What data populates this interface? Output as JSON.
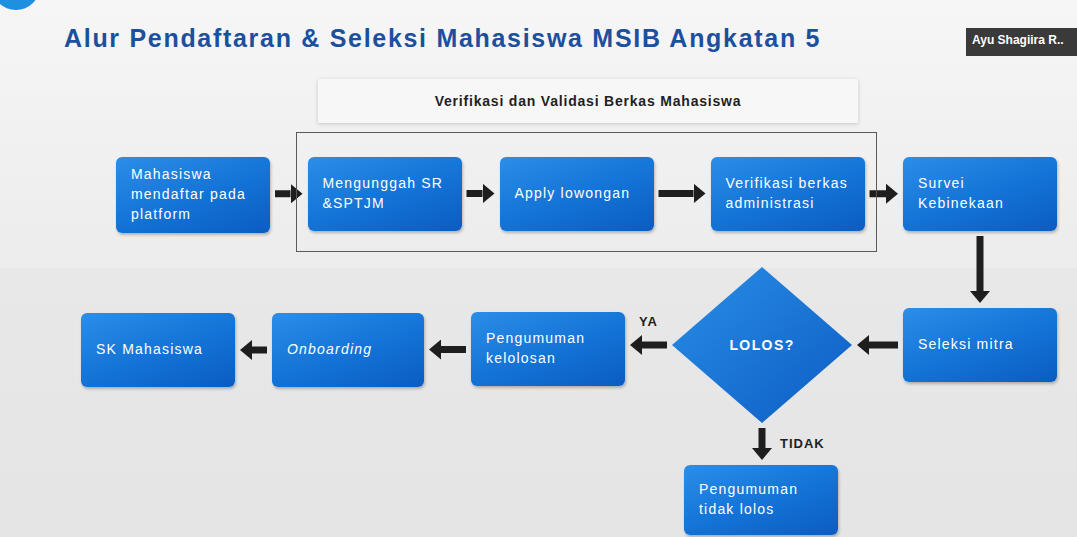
{
  "diagram": {
    "title": "Alur Pendaftaran & Seleksi Mahasiswa MSIB Angkatan 5",
    "nodes": [
      {
        "text": [
          "Mahasiswa mendaftar pada platform"
        ]
      },
      {
        "text": [
          "Verifikasi dan Validasi Berkas Mahasiswa"
        ]
      },
      {
        "text": [
          "Mengunggah SR &SPTJM"
        ],
        "in": 1
      },
      {
        "text": [
          "Apply lowongan"
        ],
        "in": 1
      },
      {
        "text": [
          "Verifikasi berkas administrasi"
        ],
        "in": 1
      },
      {
        "text": [
          "Survei Kebinekaan"
        ]
      },
      {
        "text": [
          "Seleksi mitra"
        ]
      },
      {
        "text": [
          "LOLOS?"
        ]
      },
      {
        "text": [
          "Pengumuman kelolosan"
        ]
      },
      {
        "text": [
          "Onboarding"
        ]
      },
      {
        "text": [
          "SK Mahasiswa"
        ]
      },
      {
        "text": [
          "Pengumuman tidak lolos"
        ]
      }
    ],
    "edges": [
      {
        "from": 0,
        "to": 2,
        "arrow": "to"
      },
      {
        "from": 2,
        "to": 3,
        "arrow": "to"
      },
      {
        "from": 3,
        "to": 4,
        "arrow": "to"
      },
      {
        "from": 4,
        "to": 5,
        "arrow": "to"
      },
      {
        "from": 5,
        "to": 6,
        "arrow": "to"
      },
      {
        "from": 6,
        "to": 7,
        "arrow": "to"
      },
      {
        "from": 7,
        "to": 8,
        "label": "YA",
        "arrow": "to"
      },
      {
        "from": 8,
        "to": 9,
        "arrow": "to"
      },
      {
        "from": 9,
        "to": 10,
        "arrow": "to"
      },
      {
        "from": 7,
        "to": 11,
        "label": "TIDAK",
        "arrow": "to"
      }
    ],
    "labels": [
      "Ayu Shagiira R.."
    ]
  }
}
